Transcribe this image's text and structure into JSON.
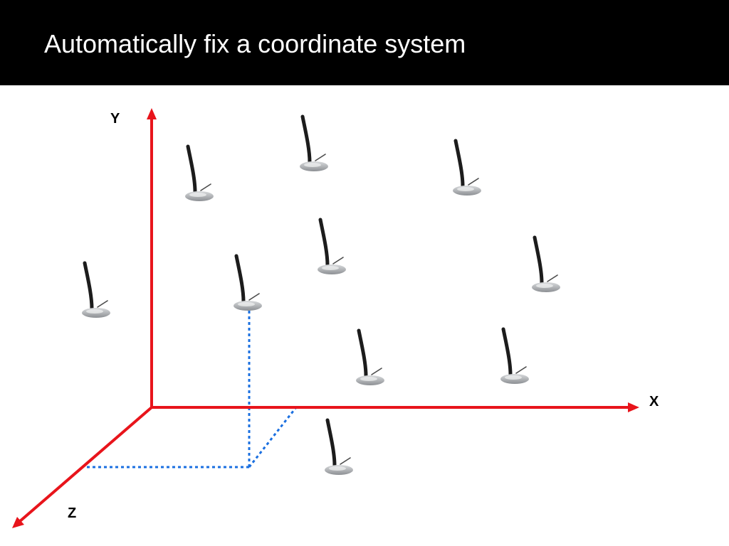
{
  "slide": {
    "title": "Automatically fix a coordinate system"
  },
  "axes": {
    "x_label": "X",
    "y_label": "Y",
    "z_label": "Z"
  },
  "colors": {
    "header_background": "#000000",
    "title_text": "#ffffff",
    "axis_color": "#e8141b",
    "projection_color": "#1a6fe0",
    "microphone_stand": "#1c1c1c",
    "microphone_base": "#a9acaf"
  },
  "icons": {
    "microphone": "desk-microphone-icon",
    "microphone_count": 10
  }
}
